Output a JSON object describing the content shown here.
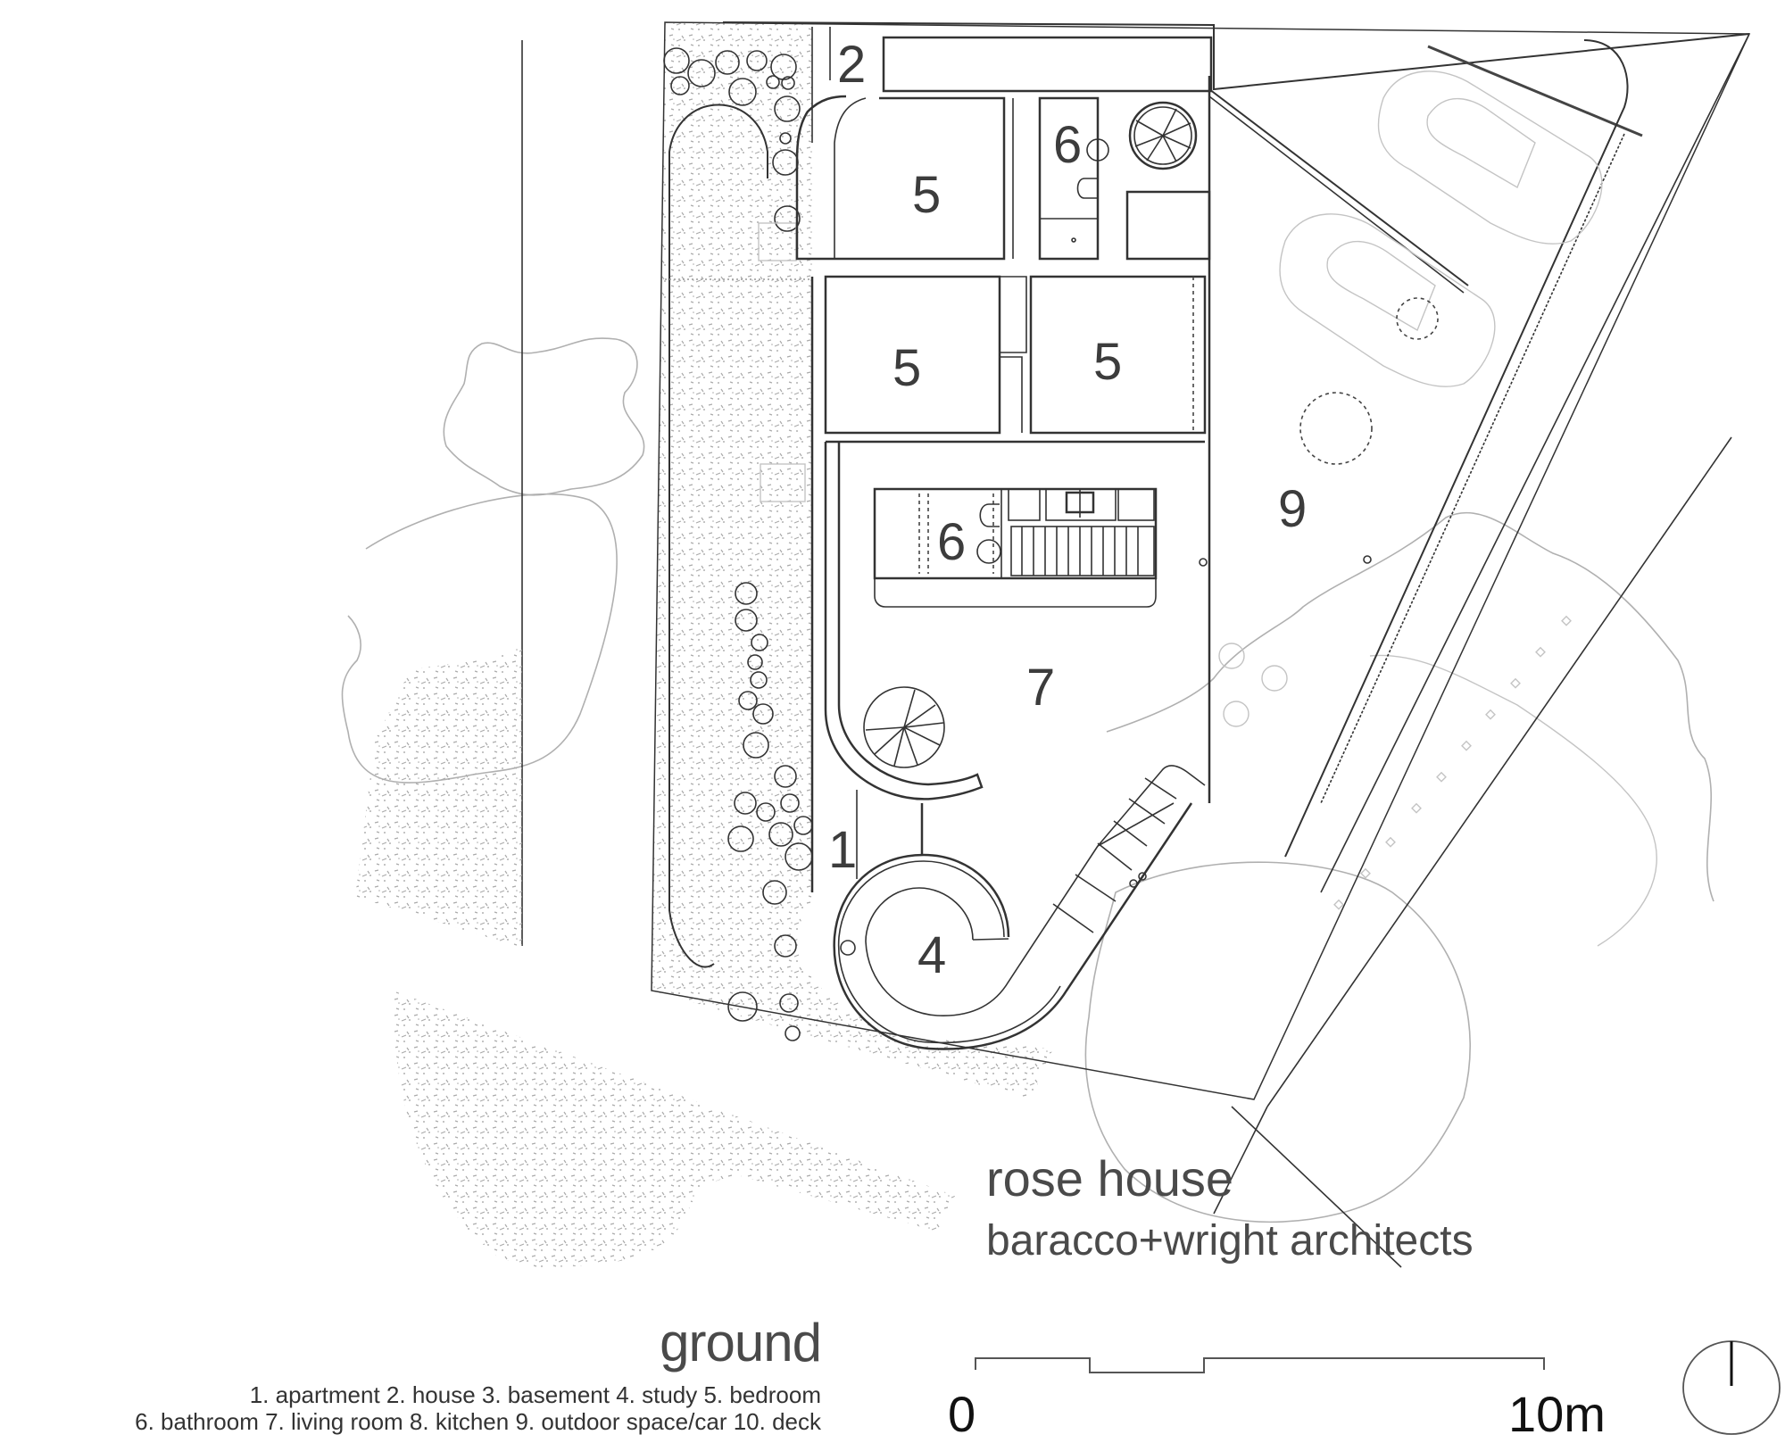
{
  "project": {
    "title": "rose house",
    "architect": "baracco+wright architects"
  },
  "drawing": {
    "level": "ground",
    "legend_line1": "1. apartment 2. house 3. basement 4. study 5. bedroom",
    "legend_line2": "6. bathroom 7. living room 8. kitchen 9. outdoor space/car 10. deck",
    "legend_items": [
      {
        "num": "1",
        "label": "apartment"
      },
      {
        "num": "2",
        "label": "house"
      },
      {
        "num": "3",
        "label": "basement"
      },
      {
        "num": "4",
        "label": "study"
      },
      {
        "num": "5",
        "label": "bedroom"
      },
      {
        "num": "6",
        "label": "bathroom"
      },
      {
        "num": "7",
        "label": "living room"
      },
      {
        "num": "8",
        "label": "kitchen"
      },
      {
        "num": "9",
        "label": "outdoor space/car"
      },
      {
        "num": "10",
        "label": "deck"
      }
    ]
  },
  "room_labels": {
    "r2": "2",
    "r5a": "5",
    "r6a": "6",
    "r5b": "5",
    "r5c": "5",
    "r6b": "6",
    "r9": "9",
    "r7": "7",
    "r1": "1",
    "r4": "4"
  },
  "scale_bar": {
    "start_label": "0",
    "end_label": "10m"
  },
  "north_arrow": "north-arrow-icon",
  "colors": {
    "line": "#333333",
    "landscape": "#b0b0b0",
    "text": "#3c3c3c"
  }
}
